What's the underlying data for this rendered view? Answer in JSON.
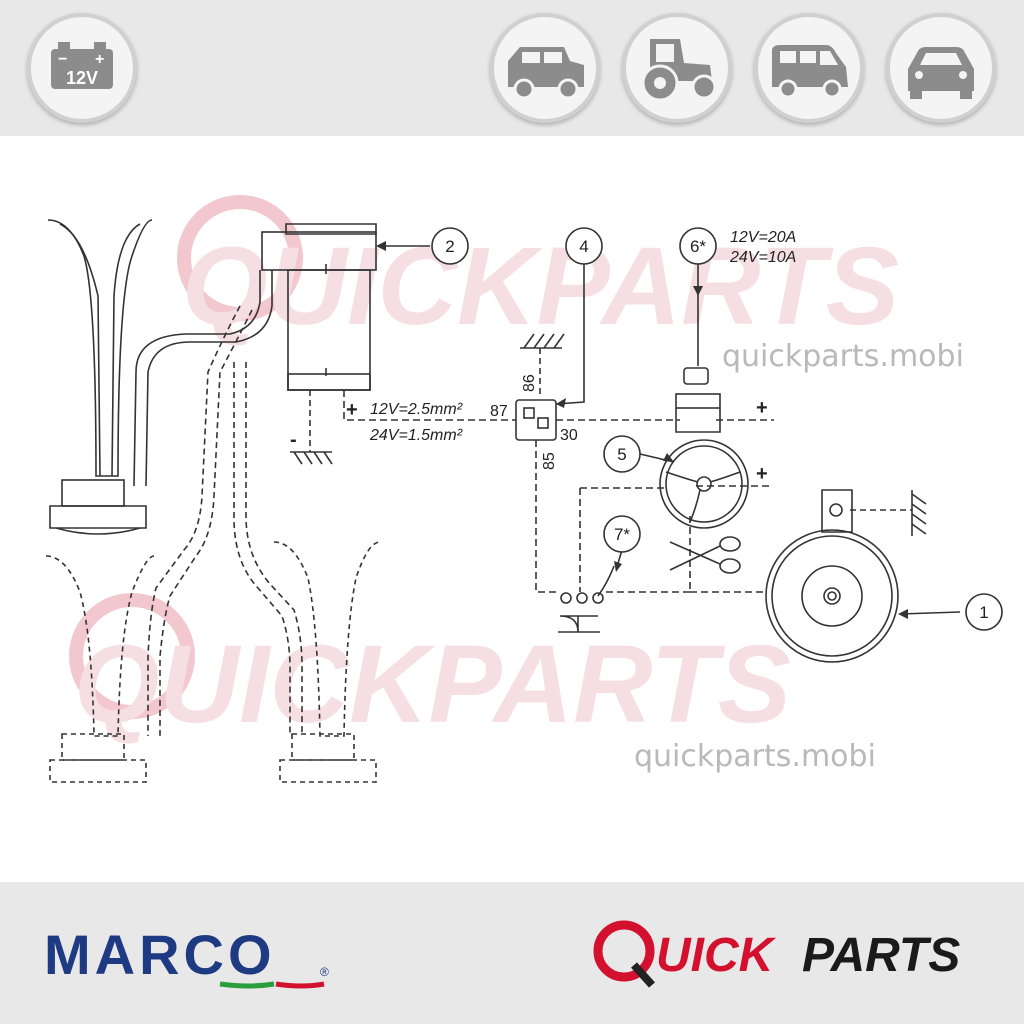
{
  "header": {
    "voltage_badge": {
      "label": "12V",
      "icon": "battery-icon",
      "plus": "+",
      "minus": "−"
    },
    "vehicle_badges": [
      {
        "icon": "suv-icon"
      },
      {
        "icon": "tractor-icon"
      },
      {
        "icon": "van-icon"
      },
      {
        "icon": "car-icon"
      }
    ]
  },
  "diagram": {
    "callouts": [
      "2",
      "4",
      "6*",
      "5",
      "7*",
      "1"
    ],
    "relay_pins": {
      "p86": "86",
      "p87": "87",
      "p30": "30",
      "p85": "85"
    },
    "fuse_rating": {
      "line1": "12V=20A",
      "line2": "24V=10A"
    },
    "cable_spec": {
      "line1": "12V=2.5mm²",
      "line2": "24V=1.5mm²"
    },
    "polarity": {
      "plus": "+",
      "minus": "-"
    }
  },
  "watermark": {
    "brand": "QUICKPARTS",
    "url": "quickparts.mobi"
  },
  "footer": {
    "marco_logo": "MARCO",
    "registered": "®",
    "quickparts_logo_q": "Q",
    "quickparts_logo_uick": "UICK",
    "quickparts_logo_parts": "PARTS"
  },
  "colors": {
    "band": "#e8e8e8",
    "marco_blue": "#1d3a82",
    "quickparts_red": "#d3102e",
    "diagram_line": "#333333",
    "watermark": "#c8c8c8"
  }
}
